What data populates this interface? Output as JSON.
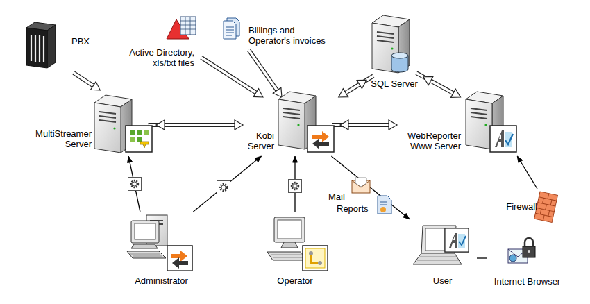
{
  "diagram": {
    "nodes": [
      {
        "text": [
          "PBX"
        ]
      },
      {
        "text": [
          "Active Directory, xls/txt files"
        ]
      },
      {
        "text": [
          "Billings and Operator's invoices"
        ]
      },
      {
        "text": [
          "SQL Server"
        ]
      },
      {
        "text": [
          "MultiStreamer Server"
        ]
      },
      {
        "text": [
          "Kobi Server"
        ]
      },
      {
        "text": [
          "WebReporter Www Server"
        ]
      },
      {
        "text": [
          "Administrator"
        ]
      },
      {
        "text": [
          "Operator"
        ]
      },
      {
        "text": [
          "User"
        ]
      },
      {
        "text": [
          "Firewall"
        ]
      },
      {
        "text": [
          "Internet Browser"
        ]
      }
    ],
    "edges": [
      {
        "from": 0,
        "to": 4,
        "arrow": "to"
      },
      {
        "from": 1,
        "to": 5,
        "arrow": "to"
      },
      {
        "from": 2,
        "to": 5,
        "arrow": "to"
      },
      {
        "from": 3,
        "to": 5,
        "arrow": "both"
      },
      {
        "from": 3,
        "to": 6,
        "arrow": "both"
      },
      {
        "from": 4,
        "to": 5,
        "arrow": "both"
      },
      {
        "from": 5,
        "to": 6,
        "arrow": "both"
      },
      {
        "from": 7,
        "to": 4,
        "arrow": "to"
      },
      {
        "from": 7,
        "to": 5,
        "arrow": "to"
      },
      {
        "from": 8,
        "to": 5,
        "arrow": "to"
      },
      {
        "from": 5,
        "to": 9,
        "arrow": "to"
      },
      {
        "from": 10,
        "to": 6,
        "arrow": "to"
      },
      {
        "from": 9,
        "to": 11,
        "arrow": "none"
      }
    ],
    "labels": [
      "Mail",
      "Reports"
    ]
  }
}
